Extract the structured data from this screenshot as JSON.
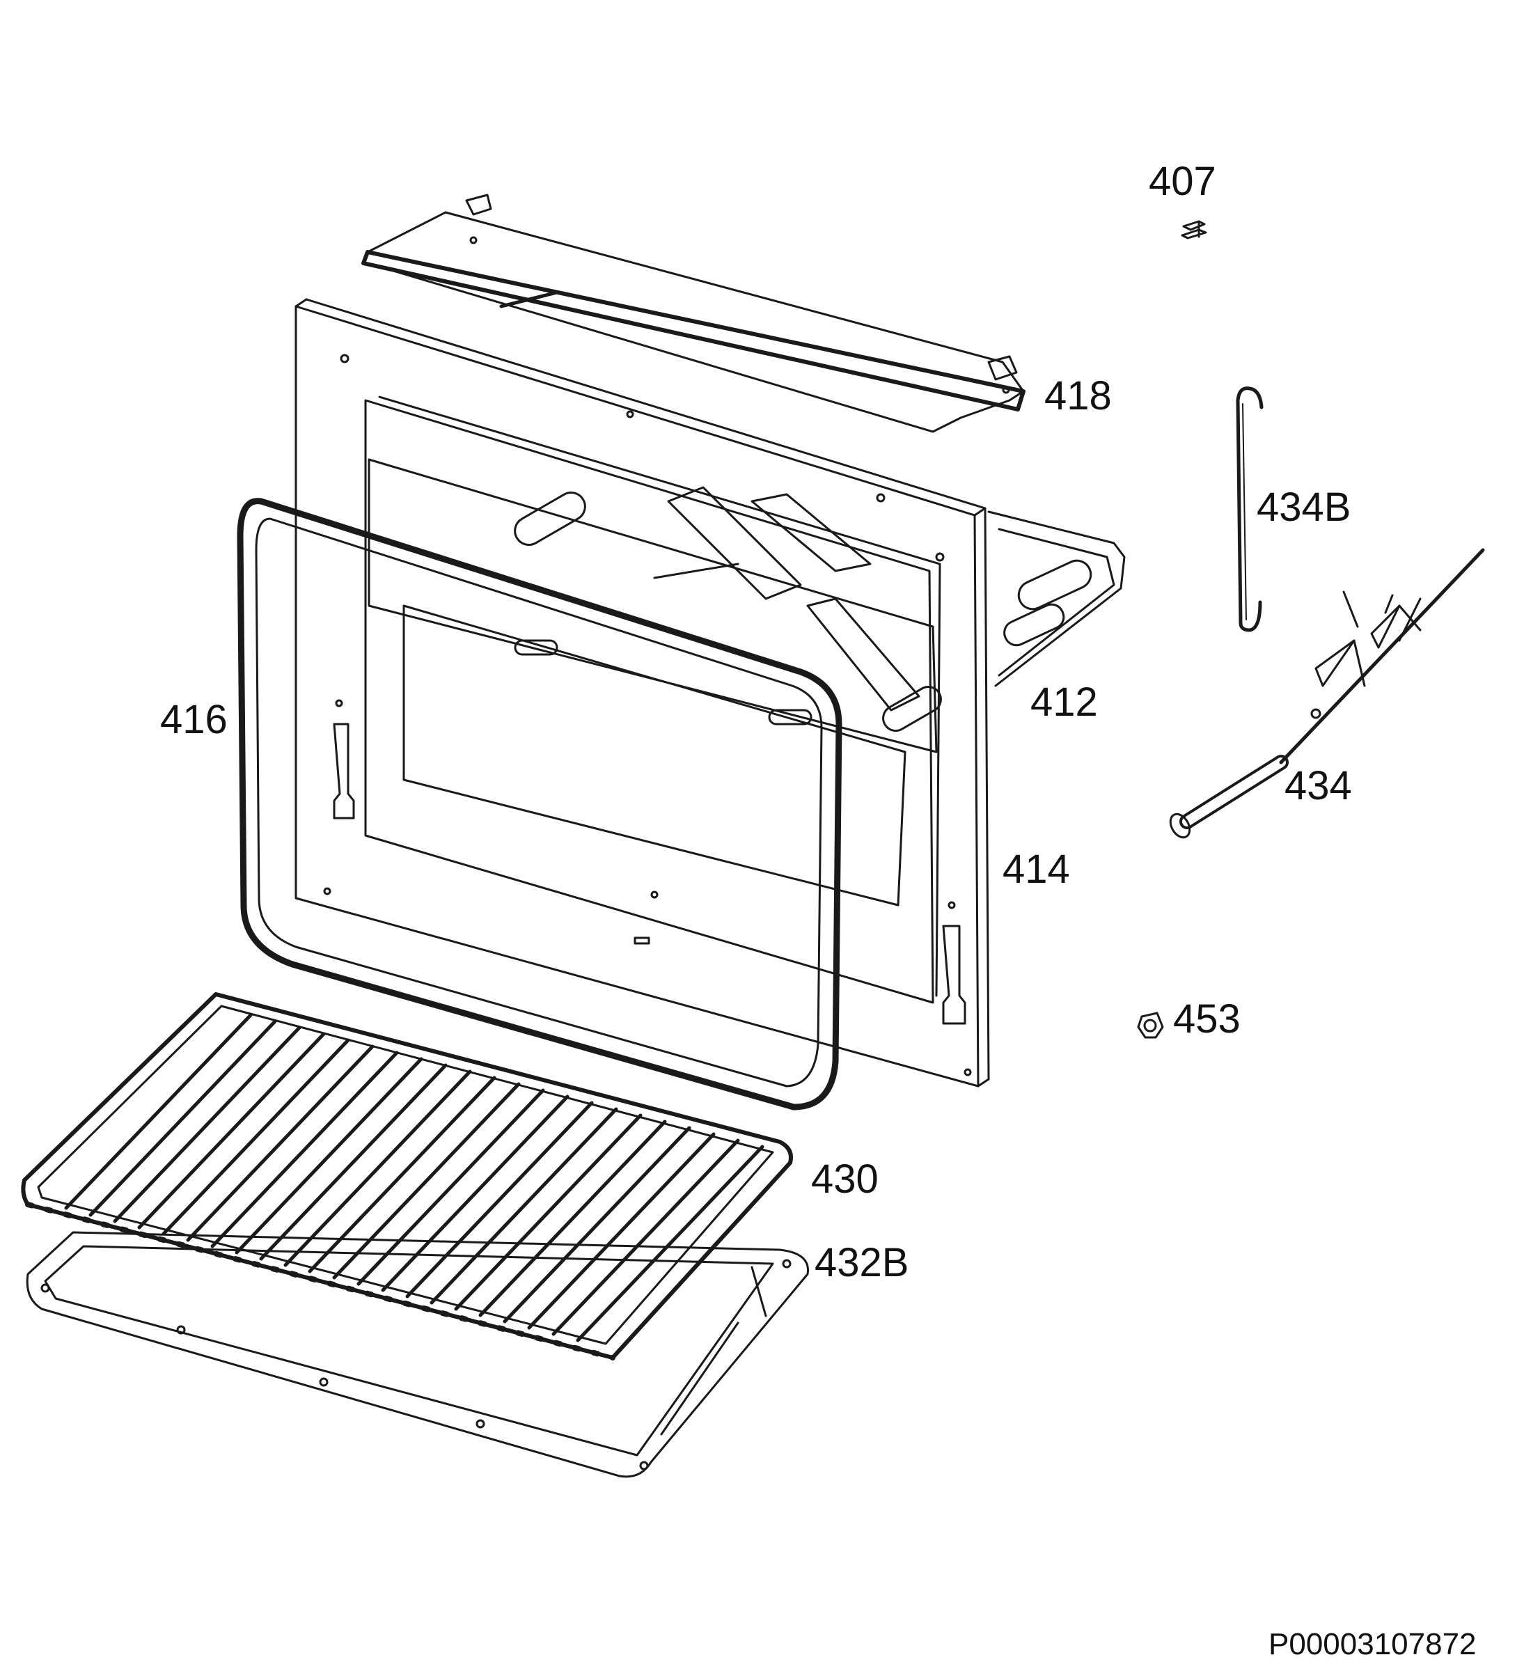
{
  "callouts": {
    "p407": "407",
    "p418": "418",
    "p434b": "434B",
    "p412": "412",
    "p416": "416",
    "p434": "434",
    "p414": "414",
    "p453": "453",
    "p430": "430",
    "p432b": "432B"
  },
  "document_id": "P00003107872",
  "colors": {
    "line": "#1a1a1a",
    "background": "#ffffff"
  }
}
